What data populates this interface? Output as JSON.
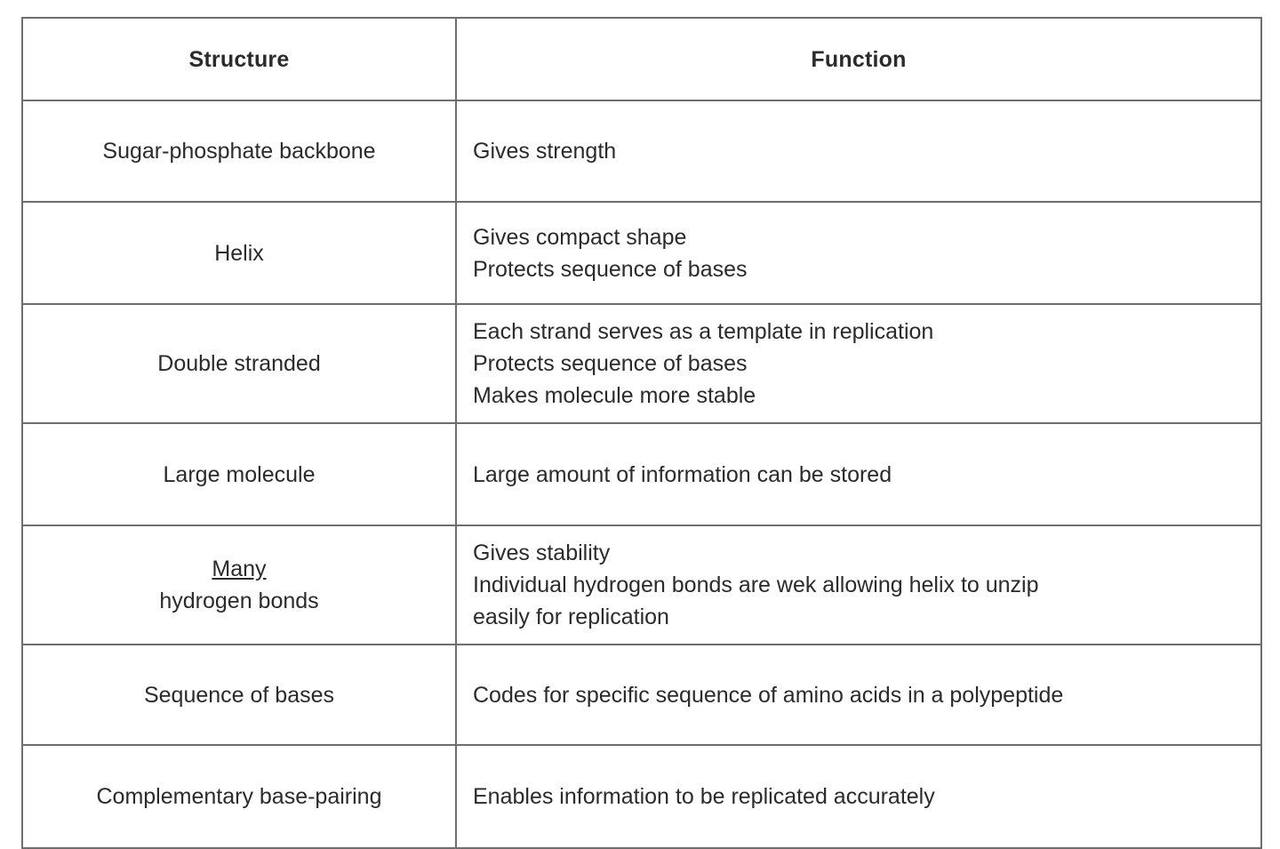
{
  "table": {
    "columns": [
      {
        "key": "structure",
        "header": "Structure",
        "align": "center"
      },
      {
        "key": "function",
        "header": "Function",
        "align": "left"
      }
    ],
    "rows": [
      {
        "structure_lines": [
          {
            "text": "Sugar-phosphate backbone",
            "underline": false
          }
        ],
        "function_lines": [
          {
            "text": "Gives strength",
            "underline": false
          }
        ]
      },
      {
        "structure_lines": [
          {
            "text": "Helix",
            "underline": false
          }
        ],
        "function_lines": [
          {
            "text": "Gives compact shape",
            "underline": false
          },
          {
            "text": "Protects sequence of bases",
            "underline": false
          }
        ]
      },
      {
        "structure_lines": [
          {
            "text": "Double stranded",
            "underline": false
          }
        ],
        "function_lines": [
          {
            "text": "Each strand serves as a template in replication",
            "underline": false
          },
          {
            "text": "Protects sequence of bases",
            "underline": false
          },
          {
            "text": "Makes molecule more stable",
            "underline": false
          }
        ]
      },
      {
        "structure_lines": [
          {
            "text": "Large molecule",
            "underline": false
          }
        ],
        "function_lines": [
          {
            "text": "Large amount of information can be stored",
            "underline": false
          }
        ]
      },
      {
        "structure_lines": [
          {
            "text": "Many",
            "underline": true
          },
          {
            "text": "hydrogen bonds",
            "underline": false
          }
        ],
        "function_lines": [
          {
            "text": "Gives stability",
            "underline": false
          },
          {
            "text": "Individual hydrogen bonds are wek allowing helix to unzip",
            "underline": false
          },
          {
            "text": "easily for replication",
            "underline": false
          }
        ]
      },
      {
        "structure_lines": [
          {
            "text": "Sequence of bases",
            "underline": false
          }
        ],
        "function_lines": [
          {
            "text": "Codes for specific sequence of amino acids in a polypeptide",
            "underline": false
          }
        ]
      },
      {
        "structure_lines": [
          {
            "text": "Complementary base-pairing",
            "underline": false
          }
        ],
        "function_lines": [
          {
            "text": "Enables information to be replicated accurately",
            "underline": false
          }
        ]
      }
    ]
  },
  "style": {
    "border_color": "#6e6e6e",
    "text_color": "#2b2b2b",
    "background": "#ffffff"
  }
}
